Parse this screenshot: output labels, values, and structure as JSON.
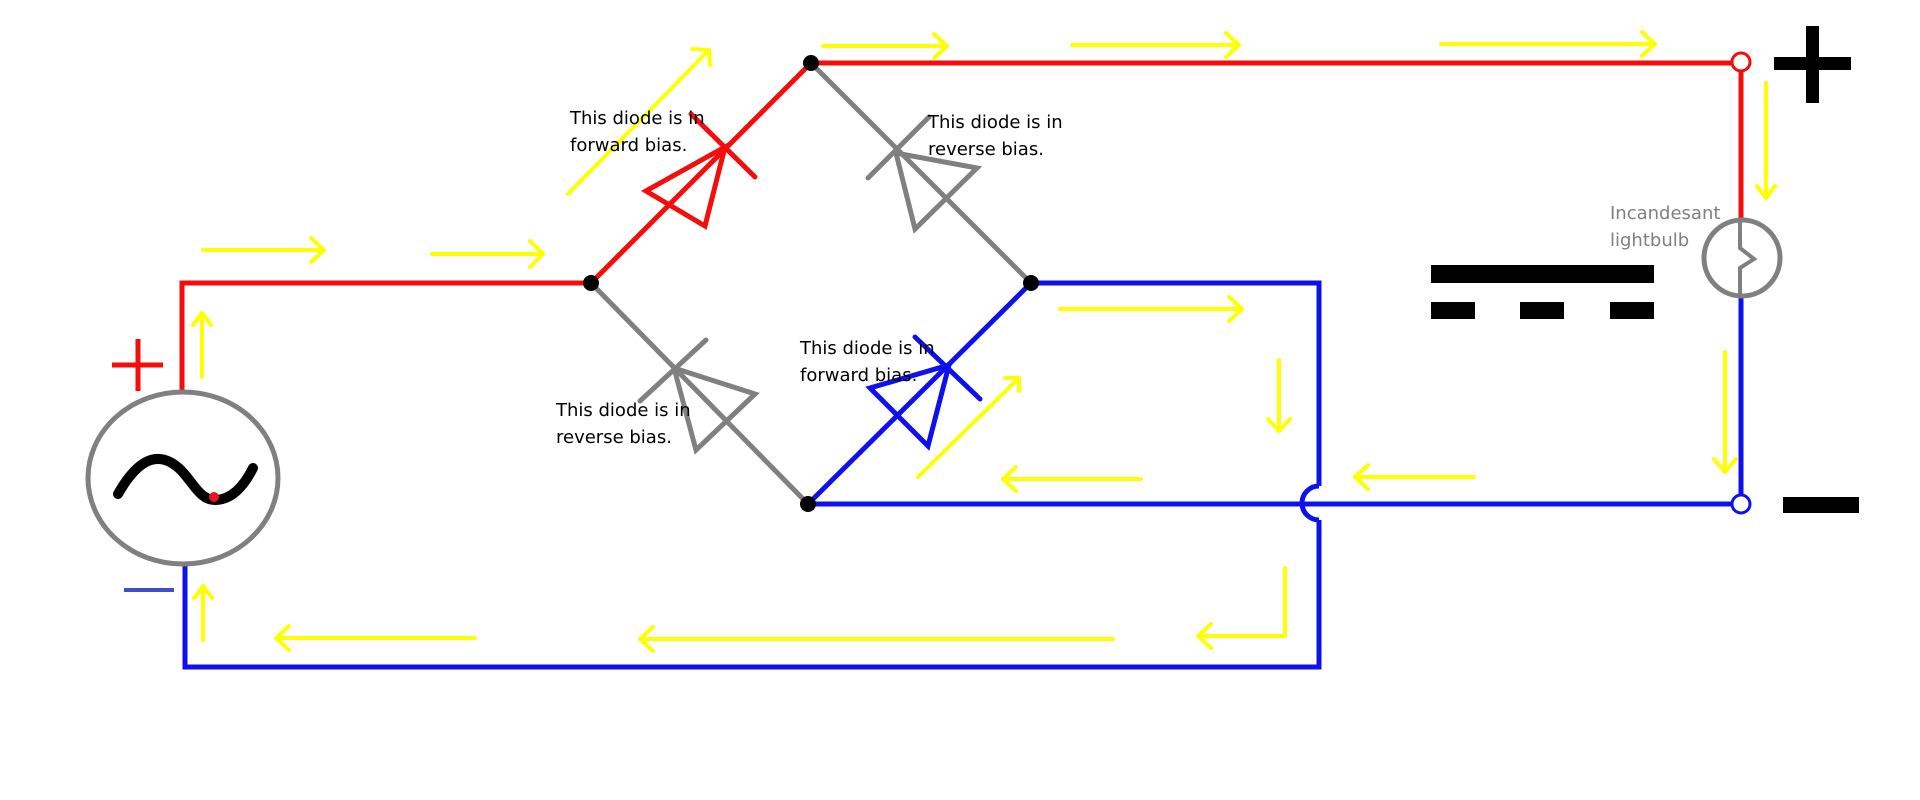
{
  "colors": {
    "positive": "#f50d0d",
    "negative": "#0f10ee",
    "inactive": "#808080",
    "current_arrow": "#ffff00",
    "node": "#000000",
    "source_wave_accent": "#e8141e",
    "polarity_neg_source": "#3d50c8"
  },
  "labels": {
    "diode_top_left": [
      "This diode is in",
      "forward bias."
    ],
    "diode_top_right": [
      "This diode is in",
      "reverse bias."
    ],
    "diode_bottom_left": [
      "This diode is in",
      "reverse bias."
    ],
    "diode_bottom_right": [
      "This diode is in",
      "forward bias."
    ],
    "lightbulb": [
      "Incandesant",
      "lightbulb"
    ]
  },
  "symbols": {
    "source_plus": "+",
    "source_minus": "−",
    "output_plus": "+",
    "output_minus": "−",
    "ac_source_icon": "ac-sine-icon",
    "dc_symbol_icon": "dc-symbol-icon"
  }
}
